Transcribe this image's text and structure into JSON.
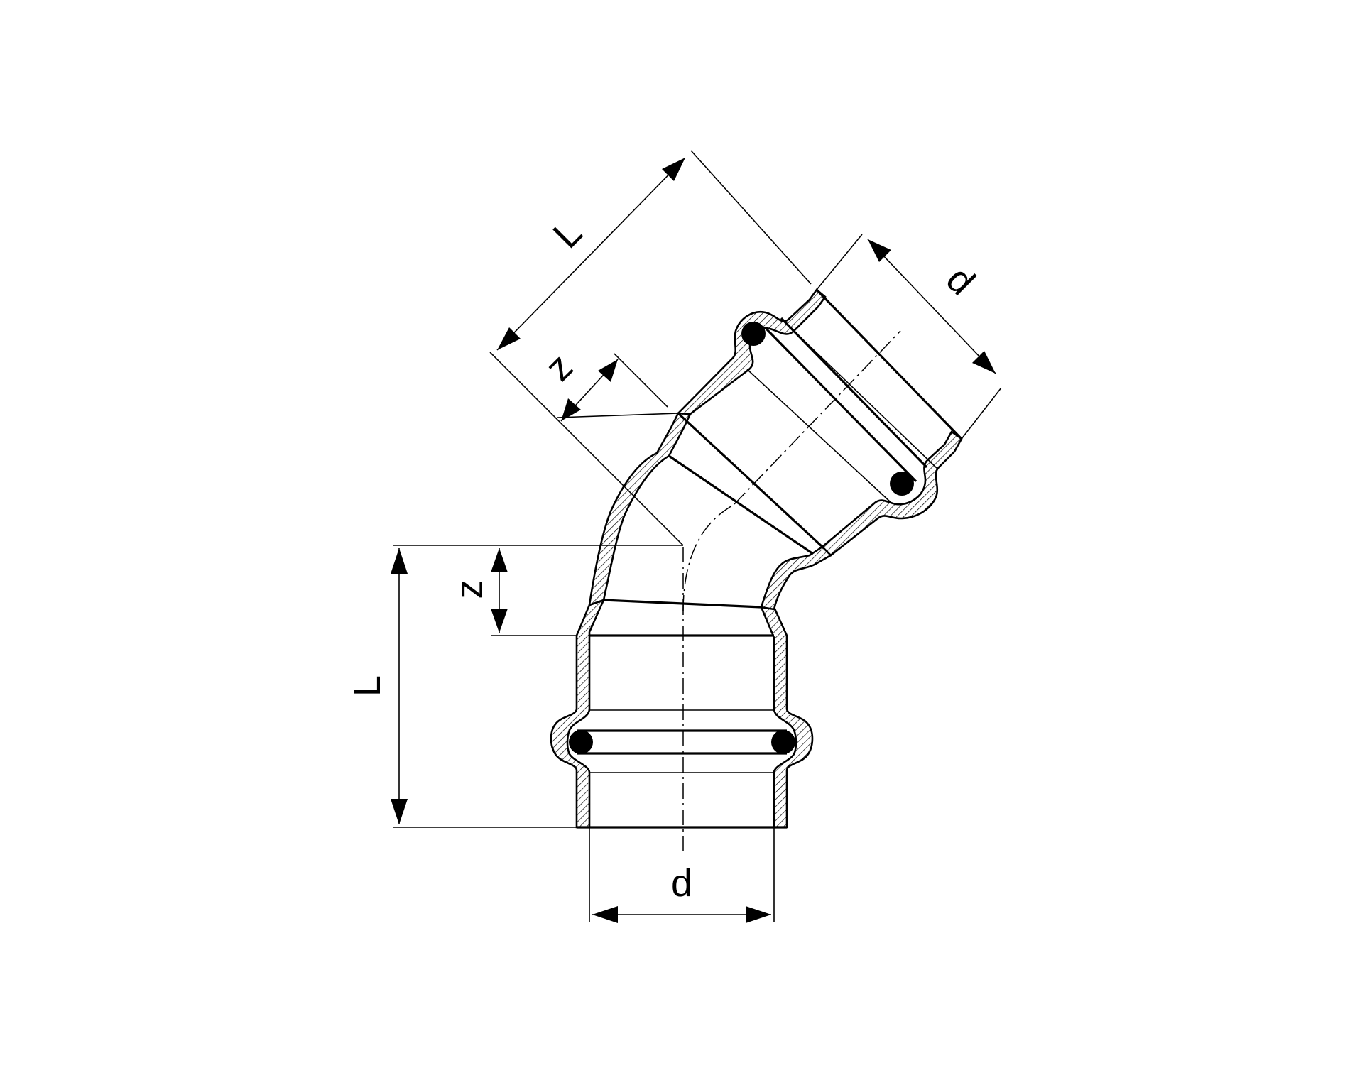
{
  "labels": {
    "length_bottom": "L",
    "insertion_bottom": "z",
    "diameter_bottom": "d",
    "length_angled": "L",
    "insertion_angled": "z",
    "diameter_angled": "d"
  }
}
